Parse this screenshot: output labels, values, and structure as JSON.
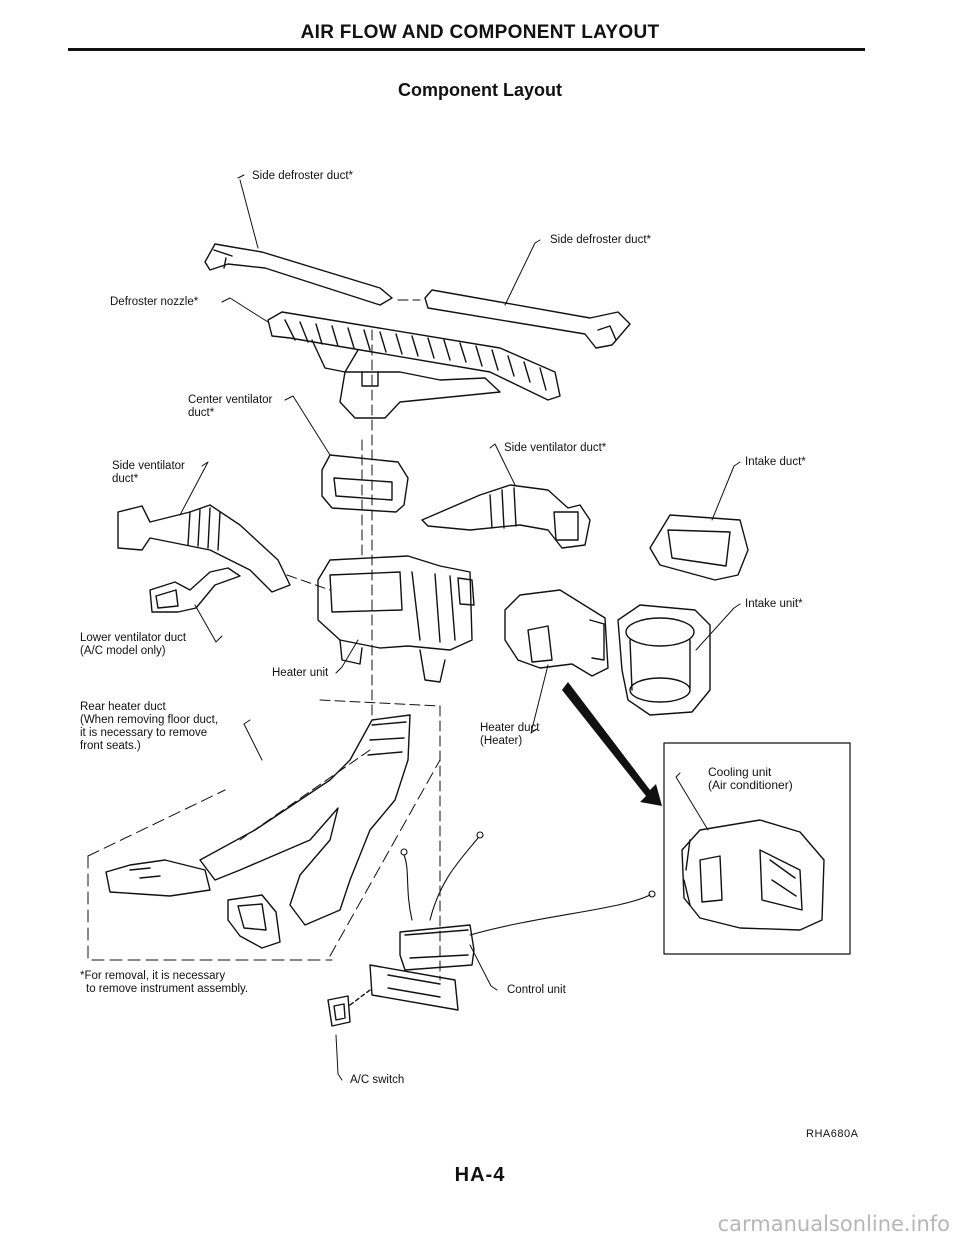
{
  "header": {
    "section_title": "AIR FLOW AND COMPONENT LAYOUT"
  },
  "figure": {
    "title": "Component Layout",
    "labels": {
      "side_defroster_duct_left": "Side defroster duct*",
      "side_defroster_duct_right": "Side defroster duct*",
      "defroster_nozzle": "Defroster nozzle*",
      "center_ventilator_duct": [
        "Center ventilator",
        "duct*"
      ],
      "side_ventilator_duct_left": [
        "Side ventilator",
        "duct*"
      ],
      "side_ventilator_duct_right": "Side ventilator duct*",
      "intake_duct": "Intake duct*",
      "intake_unit": "Intake unit*",
      "lower_ventilator_duct": [
        "Lower ventilator duct",
        "(A/C model only)"
      ],
      "heater_unit": "Heater unit",
      "rear_heater_duct": [
        "Rear heater duct",
        "(When removing floor duct,",
        "it is necessary to remove",
        "front seats.)"
      ],
      "heater_duct": [
        "Heater duct",
        "(Heater)"
      ],
      "cooling_unit": [
        "Cooling unit",
        "(Air conditioner)"
      ],
      "control_unit": "Control unit",
      "ac_switch": "A/C switch"
    },
    "footnote": [
      "*For removal, it is necessary",
      "to remove instrument assembly."
    ],
    "figure_code": "RHA680A"
  },
  "footer": {
    "page_number": "HA-4",
    "watermark": "carmanualsonline.info"
  }
}
